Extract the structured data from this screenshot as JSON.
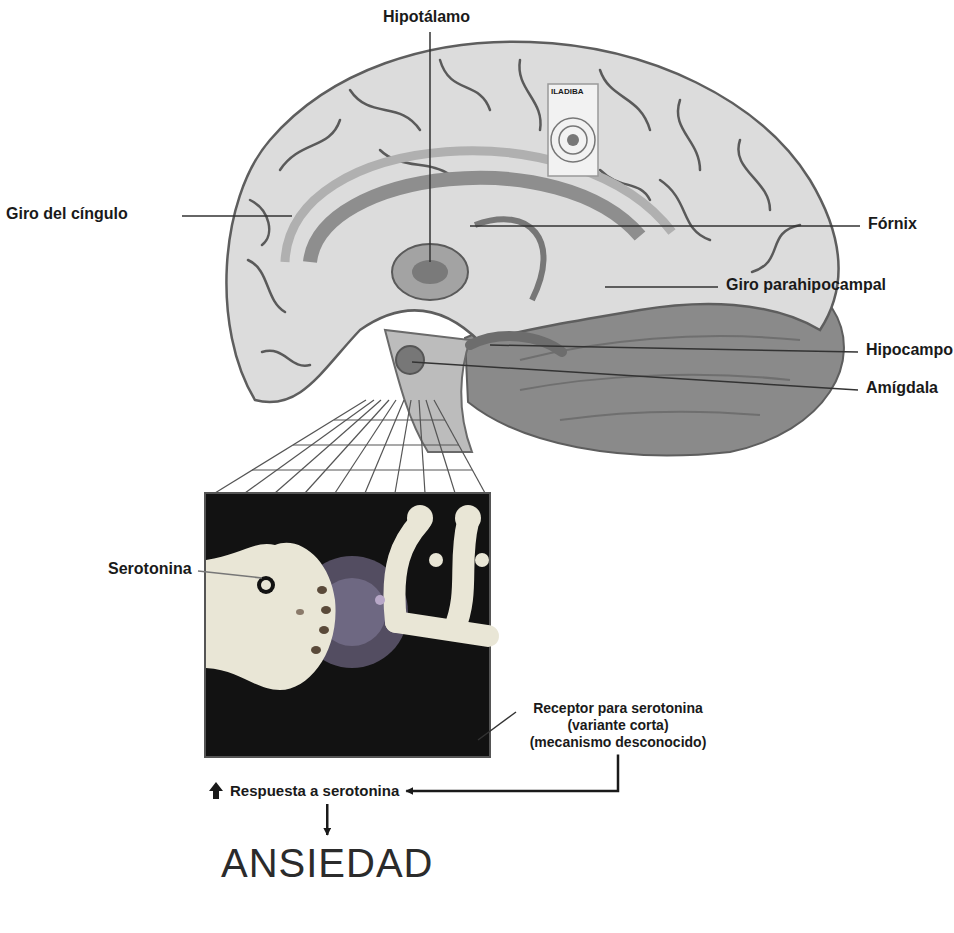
{
  "diagram": {
    "nodes": [
      {
        "text": [
          "Receptor para serotonina (variante corta) (mecanismo desconocido)"
        ]
      },
      {
        "text": [
          "Respuesta a serotonina"
        ]
      },
      {
        "text": [
          "ANSIEDAD"
        ]
      }
    ],
    "edges": [
      {
        "from": 0,
        "to": 1,
        "arrow": "to"
      },
      {
        "from": 1,
        "to": 2,
        "arrow": "to"
      }
    ],
    "labels": [
      "Hipotálamo",
      "Giro del cíngulo",
      "Fórnix",
      "Giro parahipocampal",
      "Hipocampo",
      "Amígdala",
      "Serotonina",
      "ILADIBA"
    ]
  }
}
